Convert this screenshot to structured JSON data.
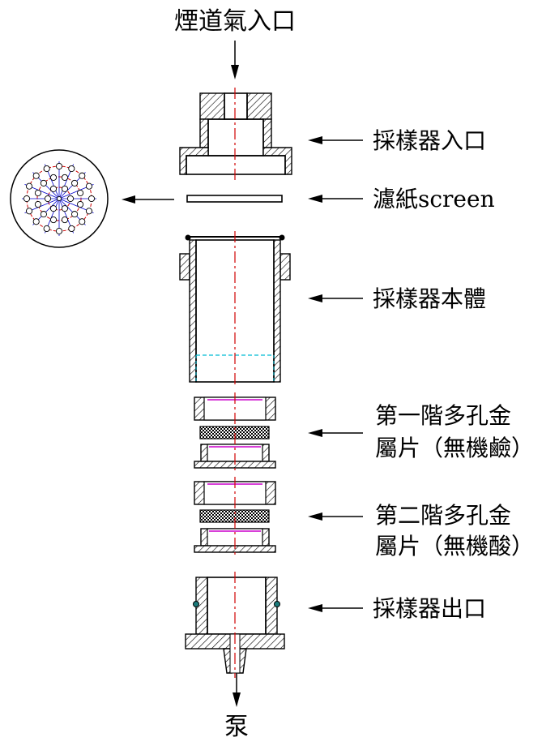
{
  "diagram": {
    "top_label": "煙道氣入口",
    "bottom_label": "泵",
    "labels": {
      "sampler_inlet": "採樣器入口",
      "filter": "濾紙screen",
      "sampler_body": "採樣器本體",
      "stage1_line1": "第一階多孔金",
      "stage1_line2": "屬片（無機鹼）",
      "stage2_line1": "第二階多孔金",
      "stage2_line2": "屬片（無機酸）",
      "sampler_outlet": "採樣器出口"
    },
    "colors": {
      "centerline": "#d00000",
      "inner_edge": "#cc00cc",
      "water_line": "#00bcd4",
      "hole_ring": "#d00000",
      "hole_spoke": "#0000cc"
    }
  }
}
